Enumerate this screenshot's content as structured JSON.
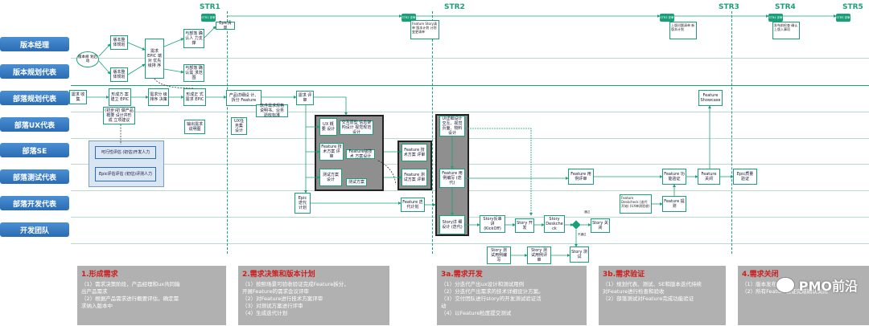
{
  "lanes": [
    {
      "label": "版本经理"
    },
    {
      "label": "版本规划代表"
    },
    {
      "label": "部落规划代表"
    },
    {
      "label": "部落UX代表"
    },
    {
      "label": "部落SE"
    },
    {
      "label": "部落测试代表"
    },
    {
      "label": "部落开发代表"
    },
    {
      "label": "开发团队"
    }
  ],
  "stages": {
    "str1": "STR1",
    "str2": "STR2",
    "str3": "STR3",
    "str4": "STR4",
    "str5": "STR5"
  },
  "badges": {
    "b1": "STR1 评审",
    "b2": "STR2 评审",
    "b3": "STR3 评审",
    "b4": "STR4 评审",
    "b5": "STR5 评审"
  },
  "nodes": {
    "n_start": "版本规 划启动",
    "n_plan": "版本整 体规划",
    "n_ver": "版本整 体规划",
    "n_epic_prio": "需求 EPIC 端对 优先 级排 序",
    "n_confirm1": "与部落 确认人 力支撑",
    "n_confirm2": "与部落 确认需 求范围",
    "n_epic_trial": "Epic清单",
    "n_req_collect": "需求 收集",
    "n_epic_form": "形成方 案建立 EPIC",
    "n_epic_ana": "(初步)初 做产品概要 设计并形成 立项建议",
    "n_req_div": "需求分 级排序 决策",
    "n_formal": "形成正 式需求 EPIC",
    "n_prod_design": "产品详细设 计、拆分 Feature",
    "n_sw_req": "软件需求规格 说明书、业务 验收标准",
    "n_req_review": "需求 评审",
    "n_ux_design": "UX任 务集 设计",
    "n_output": "输出需求 说明图",
    "n_feasible": "可行性评估 (初估)开发人力",
    "n_epic_eval": "Epic评估评估 (初估)评测人力",
    "n_ux_box": "UX 概要 设计",
    "n_ux_mock": "交互原型 信息架构设计 视觉规范设计",
    "n_feat_tech": "Feature 技术方案 评审",
    "n_feat_tech_inner": "Feature级技术 方案设计",
    "n_test_design": "测试方案 设计",
    "n_test_inner": "测试方案",
    "n_feat_tech2": "Feature 技术方案 评审",
    "n_feat_test": "Feature 测试方案 评审",
    "n_epic_iter": "Epic 迭代 计划",
    "n_feat_iter": "Feature 迭代计划",
    "n_ui_design": "UI详细设计 交互、视觉 页面、物料 设计",
    "n_feat_use": "Feature 用例编写 (迭代)",
    "n_story": "Story详 细设计 (迭代)",
    "n_story_kick": "Story反串 讲 (KickOff)",
    "n_story_dev": "Story 开发",
    "n_story_desk": "Story Deskche ck",
    "n_story_close": "Story 关闭",
    "n_story_testcase": "Story 测 试用例编 写",
    "n_story_casereview": "Story 测 试用例评 审",
    "n_story_test": "Story 测试",
    "n_feat_usereview": "Feature 用例评审",
    "n_feat_func": "Feature 功能验证",
    "n_feat_close": "Feature 关闭",
    "n_epic_verify": "Epic质量 验证",
    "n_feat_show": "Feature Showcase",
    "n_feat_accept": "Feature 提测",
    "n_feat_note": "Feature Deskcheck (迭代开始) (UX单测验收)",
    "n_str2_note": "Feature Story清单 版本计划 计划变更清单",
    "n_str3_note": "上版问题清单 新版本计划",
    "n_str4_note": "发布前检查 确认上版入事项",
    "n_lbl_pass": "通过",
    "n_lbl_fail": "不通过"
  },
  "panels": [
    {
      "title": "1.形成需求",
      "lines": [
        "（1）需求决策阶段，产品经理和ux共同输",
        "出产品需求",
        "（2）根据产品需求进行概要评估，确定需",
        "求纳入版本中"
      ]
    },
    {
      "title": "2.需求决策和版本计划",
      "lines": [
        "（1）按照场景可验收验证完成Feature拆分，",
        "开展Feature的需求会议评审",
        "（2）对Feature进行技术方案评审",
        "（3）对测试方案进行评审",
        "（4）生成迭代计划"
      ]
    },
    {
      "title": "3a.需求开发",
      "lines": [
        "（1）分迭代产出ux设计和测试用例",
        "（2）分迭代产出需求的技术详细设计方案。",
        "（3）交付团队进行story的开发测试验证活",
        "动",
        "（4）以Feature粒度提交测试"
      ]
    },
    {
      "title": "3b.需求验证",
      "lines": [
        "（1）规划代表、测试、SE和版本迭代持续",
        "对Feature进行检查和验收",
        "（2）部落测试对Feature完成功能验证"
      ]
    },
    {
      "title": "4.需求关闭",
      "lines": [
        "（1）版本发布前",
        "（2）所有Feature验证完成确认关闭"
      ]
    }
  ],
  "watermark": "PMO前沿"
}
